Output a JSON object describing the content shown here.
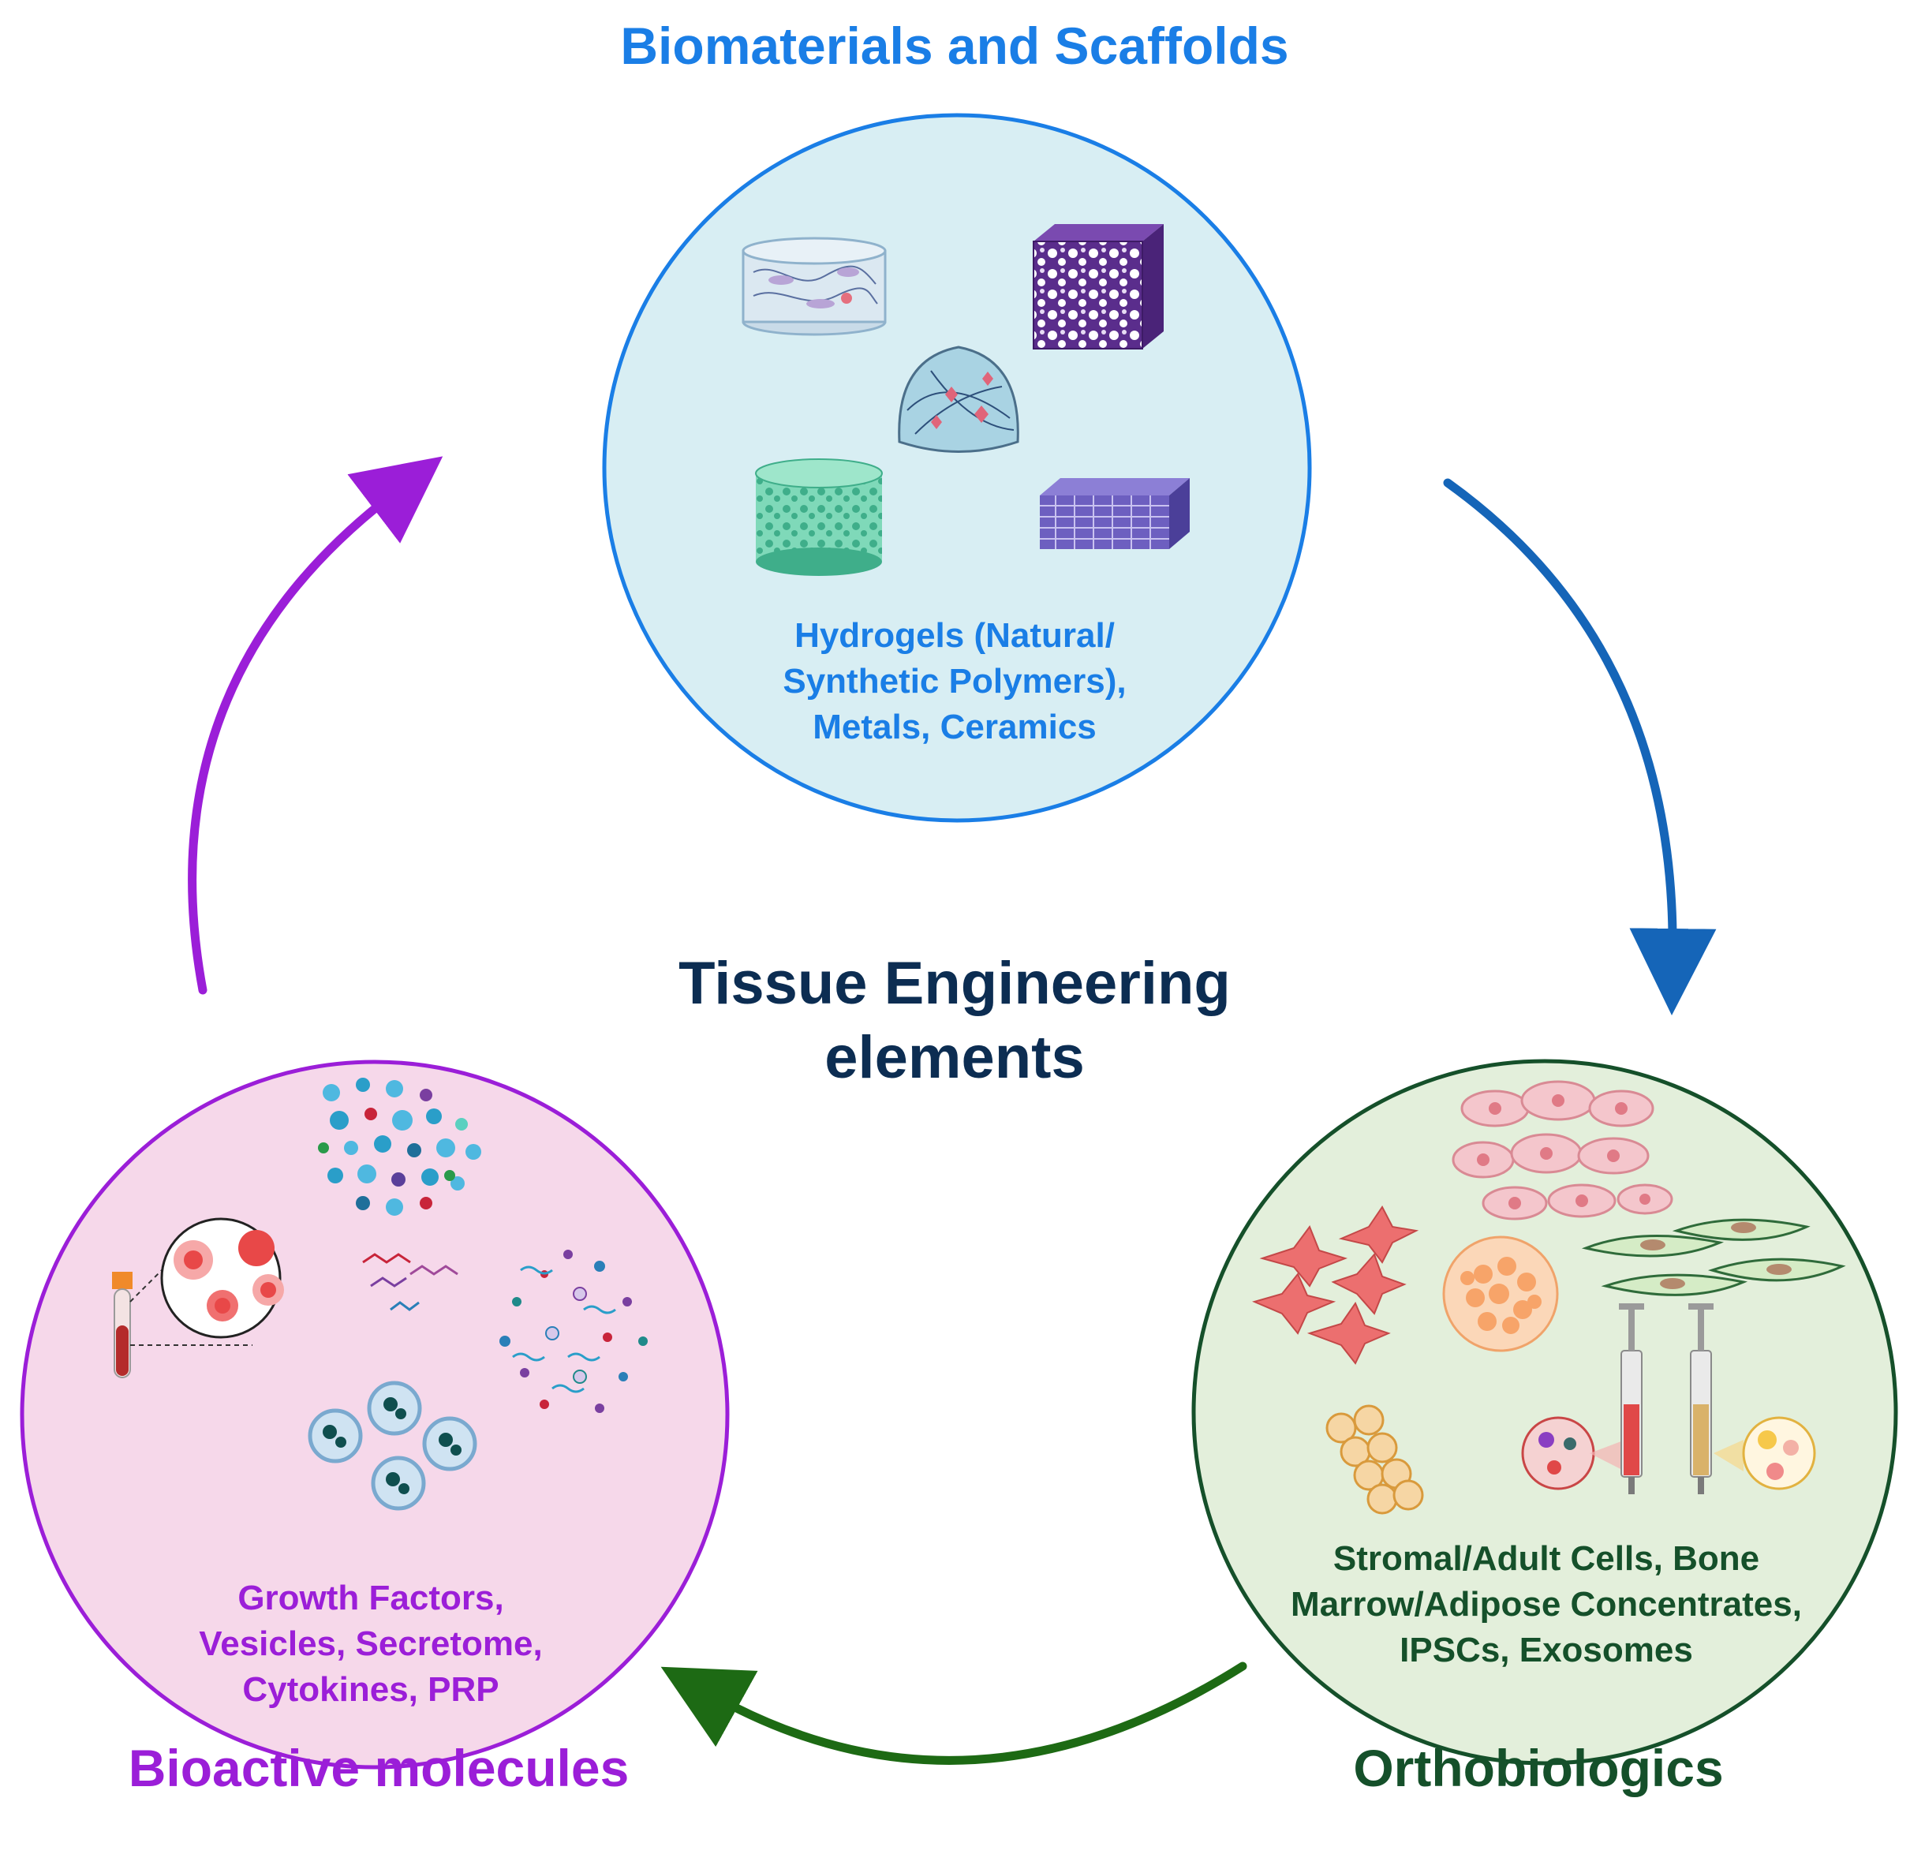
{
  "center_title": {
    "line1": "Tissue Engineering",
    "line2": "elements"
  },
  "nodes": {
    "biomaterials": {
      "title": "Biomaterials and Scaffolds",
      "caption": [
        "Hydrogels (Natural/",
        "Synthetic Polymers),",
        "Metals, Ceramics"
      ],
      "color": "#1a7ee6",
      "fill": "#d8eef3",
      "icons": [
        "hydrogel-disc-icon",
        "porous-cube-scaffold-icon",
        "gel-dome-with-cells-icon",
        "porous-cylinder-scaffold-icon",
        "woven-mesh-scaffold-icon"
      ]
    },
    "orthobiologics": {
      "title": "Orthobiologics",
      "caption": [
        "Stromal/Adult Cells, Bone",
        "Marrow/Adipose Concentrates,",
        "IPSCs, Exosomes"
      ],
      "color": "#15502a",
      "fill": "#e3efdb",
      "icons": [
        "pink-cell-cluster-icon",
        "red-stellate-cells-icon",
        "adipose-cell-cluster-icon",
        "fibroblast-cells-icon",
        "exosome-cluster-icon",
        "bone-marrow-syringe-icon",
        "adipose-syringe-icon"
      ]
    },
    "bioactive": {
      "title": "Bioactive molecules",
      "caption": [
        "Growth Factors,",
        "Vesicles, Secretome,",
        "Cytokines, PRP"
      ],
      "color": "#9b1ed8",
      "fill": "#f6d8ea",
      "icons": [
        "molecule-dots-icon",
        "blood-tube-icon",
        "platelet-magnifier-icon",
        "protein-chains-icon",
        "secretome-particles-icon",
        "vesicles-icon"
      ]
    }
  },
  "arrows": {
    "biomaterials_to_orthobiologics": "#1565b8",
    "orthobiologics_to_bioactive": "#1d6a14",
    "bioactive_to_biomaterials": "#9b1ed8"
  },
  "colors": {
    "center_title": "#0c2d52"
  }
}
